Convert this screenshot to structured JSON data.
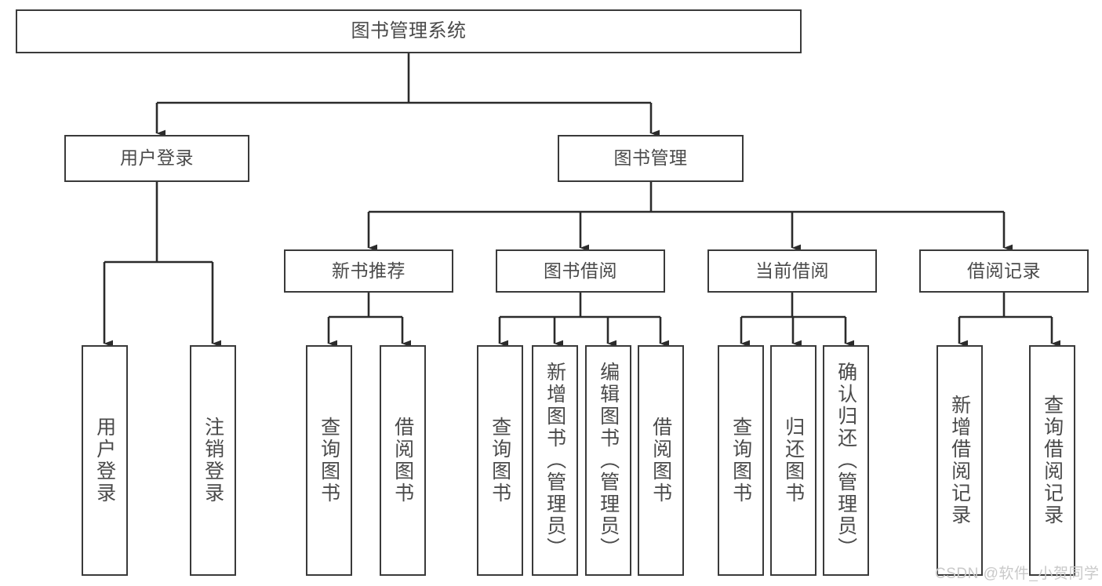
{
  "diagram": {
    "title": "图书管理系统",
    "watermark": "CSDN @软件_小贺同学",
    "colors": {
      "background": "#ffffff",
      "box_border": "#3a3a3a",
      "box_fill": "#ffffff",
      "text": "#4a4a4a",
      "connector": "#2b2b2b",
      "watermark": "#c9c9c9"
    },
    "root": {
      "label": "图书管理系统"
    },
    "level2": [
      {
        "label": "用户登录"
      },
      {
        "label": "图书管理"
      }
    ],
    "level3": [
      {
        "label": "新书推荐"
      },
      {
        "label": "图书借阅"
      },
      {
        "label": "当前借阅"
      },
      {
        "label": "借阅记录"
      }
    ],
    "leaves": {
      "user_login": [
        {
          "label": "用户登录"
        },
        {
          "label": "注销登录"
        }
      ],
      "new_book_recommend": [
        {
          "label": "查询图书"
        },
        {
          "label": "借阅图书"
        }
      ],
      "book_borrow": [
        {
          "label": "查询图书"
        },
        {
          "label": "新增图书（管理员）"
        },
        {
          "label": "编辑图书（管理员）"
        },
        {
          "label": "借阅图书"
        }
      ],
      "current_borrow": [
        {
          "label": "查询图书"
        },
        {
          "label": "归还图书"
        },
        {
          "label": "确认归还（管理员）"
        }
      ],
      "borrow_record": [
        {
          "label": "新增借阅记录"
        },
        {
          "label": "查询借阅记录"
        }
      ]
    }
  }
}
